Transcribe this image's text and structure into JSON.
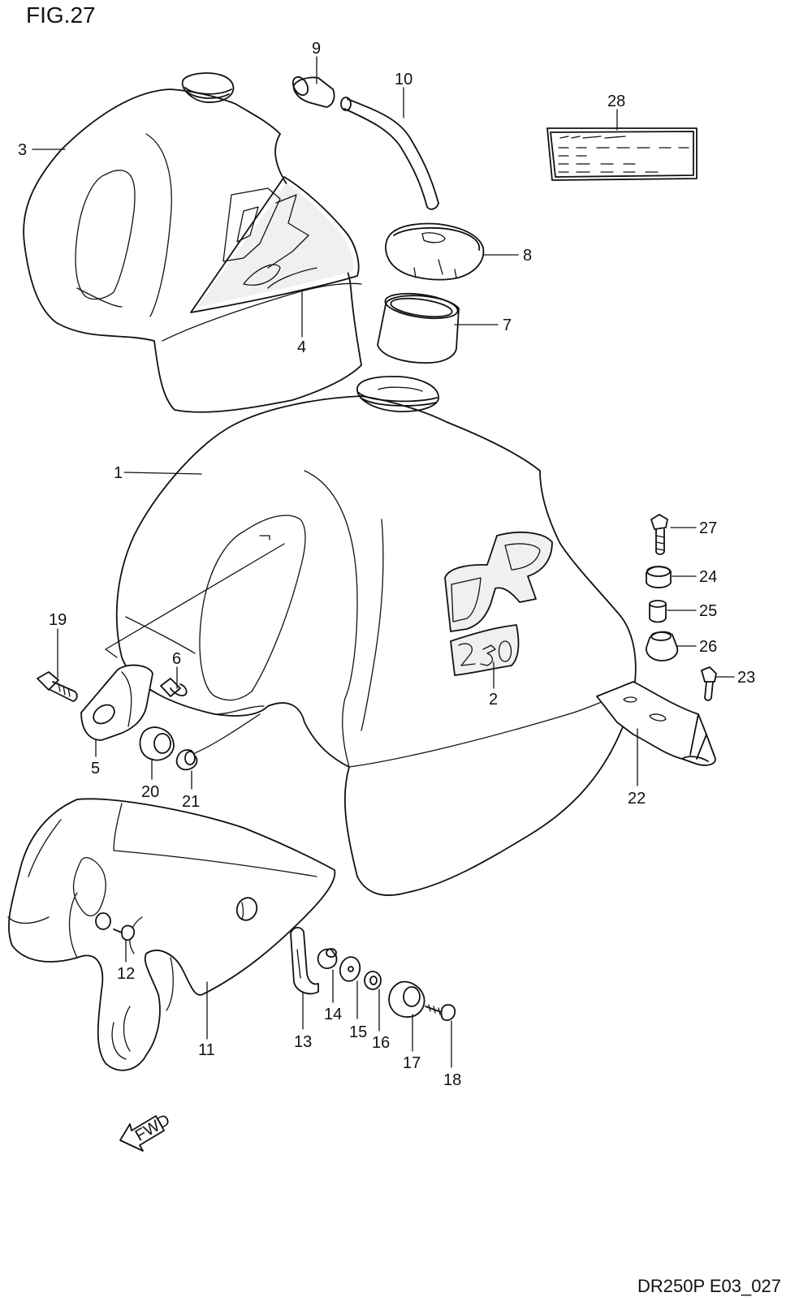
{
  "figure_title": "FIG.27",
  "drawing_code": "DR250P E03_027",
  "fwd_arrow_text": "FWD",
  "callouts": [
    {
      "id": "1",
      "label": "1"
    },
    {
      "id": "2",
      "label": "2"
    },
    {
      "id": "3",
      "label": "3"
    },
    {
      "id": "4",
      "label": "4"
    },
    {
      "id": "5",
      "label": "5"
    },
    {
      "id": "6",
      "label": "6"
    },
    {
      "id": "7",
      "label": "7"
    },
    {
      "id": "8",
      "label": "8"
    },
    {
      "id": "9",
      "label": "9"
    },
    {
      "id": "10",
      "label": "10"
    },
    {
      "id": "11",
      "label": "11"
    },
    {
      "id": "12",
      "label": "12"
    },
    {
      "id": "13",
      "label": "13"
    },
    {
      "id": "14",
      "label": "14"
    },
    {
      "id": "15",
      "label": "15"
    },
    {
      "id": "16",
      "label": "16"
    },
    {
      "id": "17",
      "label": "17"
    },
    {
      "id": "18",
      "label": "18"
    },
    {
      "id": "19",
      "label": "19"
    },
    {
      "id": "20",
      "label": "20"
    },
    {
      "id": "21",
      "label": "21"
    },
    {
      "id": "22",
      "label": "22"
    },
    {
      "id": "23",
      "label": "23"
    },
    {
      "id": "24",
      "label": "24"
    },
    {
      "id": "25",
      "label": "25"
    },
    {
      "id": "26",
      "label": "26"
    },
    {
      "id": "27",
      "label": "27"
    },
    {
      "id": "28",
      "label": "28"
    }
  ]
}
